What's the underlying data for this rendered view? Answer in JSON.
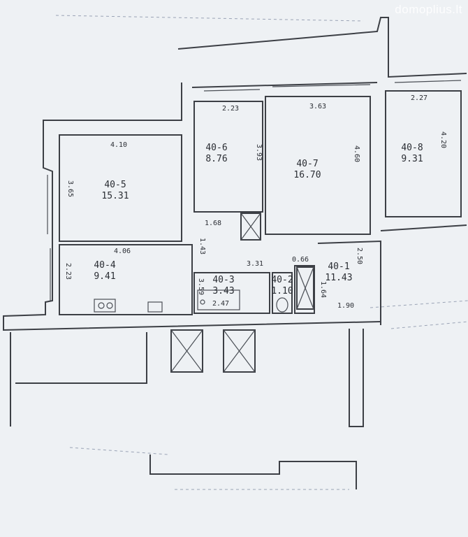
{
  "watermark": "domoplius.lt",
  "rooms": [
    {
      "id": "40-5",
      "area": "15.31"
    },
    {
      "id": "40-6",
      "area": "8.76"
    },
    {
      "id": "40-7",
      "area": "16.70"
    },
    {
      "id": "40-8",
      "area": "9.31"
    },
    {
      "id": "40-4",
      "area": "9.41"
    },
    {
      "id": "40-3",
      "area": "3.43"
    },
    {
      "id": "40-2",
      "area": "1.10"
    },
    {
      "id": "40-1",
      "area": "11.43"
    }
  ],
  "dimensions": [
    "4.10",
    "3.65",
    "2.23",
    "3.93",
    "3.63",
    "4.60",
    "2.27",
    "4.20",
    "4.06",
    "2.23",
    "1.68",
    "1.43",
    "3.31",
    "0.66",
    "2.50",
    "3.59",
    "2.47",
    "1.64",
    "1.90"
  ]
}
